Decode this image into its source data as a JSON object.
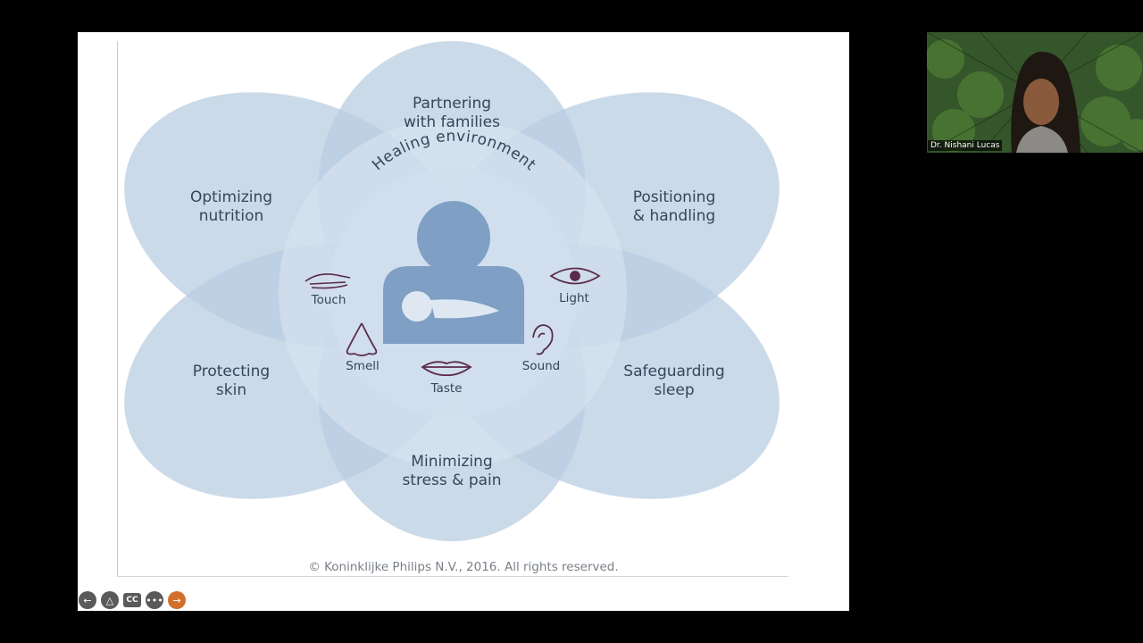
{
  "slide": {
    "center_title": "Healing environment",
    "petals": {
      "partnering": "Partnering\nwith families",
      "positioning": "Positioning\n& handling",
      "sleep": "Safeguarding\nsleep",
      "stress": "Minimizing\nstress & pain",
      "skin": "Protecting\nskin",
      "nutrition": "Optimizing\nnutrition"
    },
    "senses": {
      "touch": "Touch",
      "light": "Light",
      "sound": "Sound",
      "taste": "Taste",
      "smell": "Smell"
    },
    "copyright": "© Koninklijke Philips N.V., 2016. All rights reserved."
  },
  "toolbar": {
    "prev_icon": "arrow-left-icon",
    "pointer_icon": "pointer-icon",
    "cc_label": "CC",
    "more_icon": "more-icon",
    "next_icon": "arrow-right-icon"
  },
  "video": {
    "participant_name": "Dr. Nishani Lucas"
  },
  "colors": {
    "petal": "#b9cde2",
    "overlap": "#7f9fc4",
    "text": "#34465a",
    "next_button": "#d0702a"
  }
}
